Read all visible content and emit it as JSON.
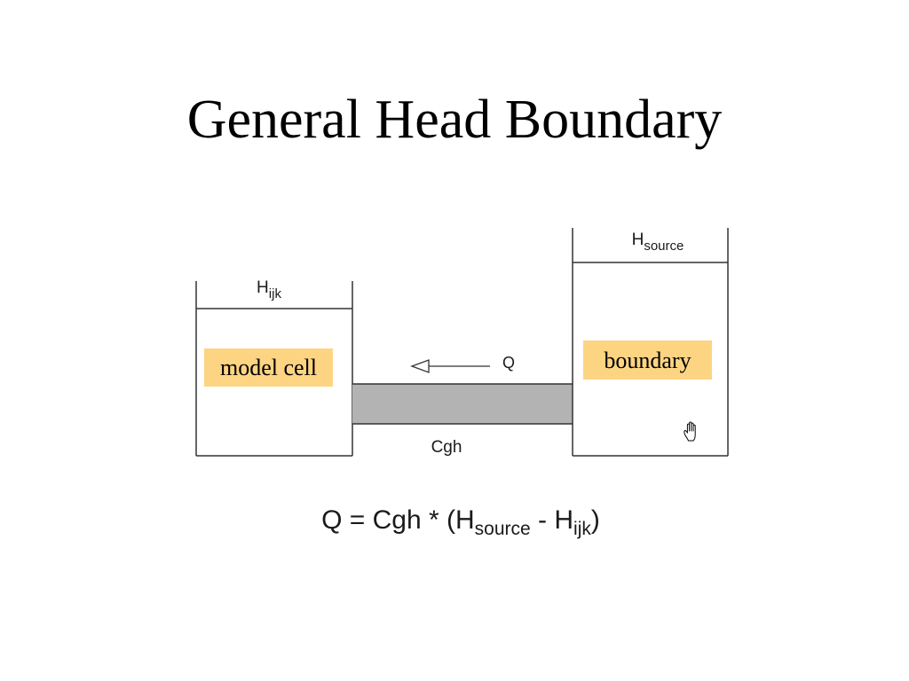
{
  "slide": {
    "title": "General Head Boundary"
  },
  "diagram": {
    "model_cell": {
      "label": "model cell",
      "head": {
        "symbol": "H",
        "subscript": "ijk"
      }
    },
    "boundary": {
      "label": "boundary",
      "head": {
        "symbol": "H",
        "subscript": "source"
      }
    },
    "flow": {
      "label": "Q"
    },
    "conductance": {
      "label": "Cgh"
    },
    "equation": {
      "part1": "Q = Cgh * (H",
      "sub1": "source",
      "part2": " - H",
      "sub2": "ijk",
      "part3": ")"
    },
    "icons": {
      "cursor": "hand-icon",
      "flow_arrow": "arrow-left-icon"
    },
    "colors": {
      "background": "#FFFFFF",
      "label_box": "#FDD482",
      "pipe": "#B3B3B3",
      "line": "#333333"
    }
  }
}
